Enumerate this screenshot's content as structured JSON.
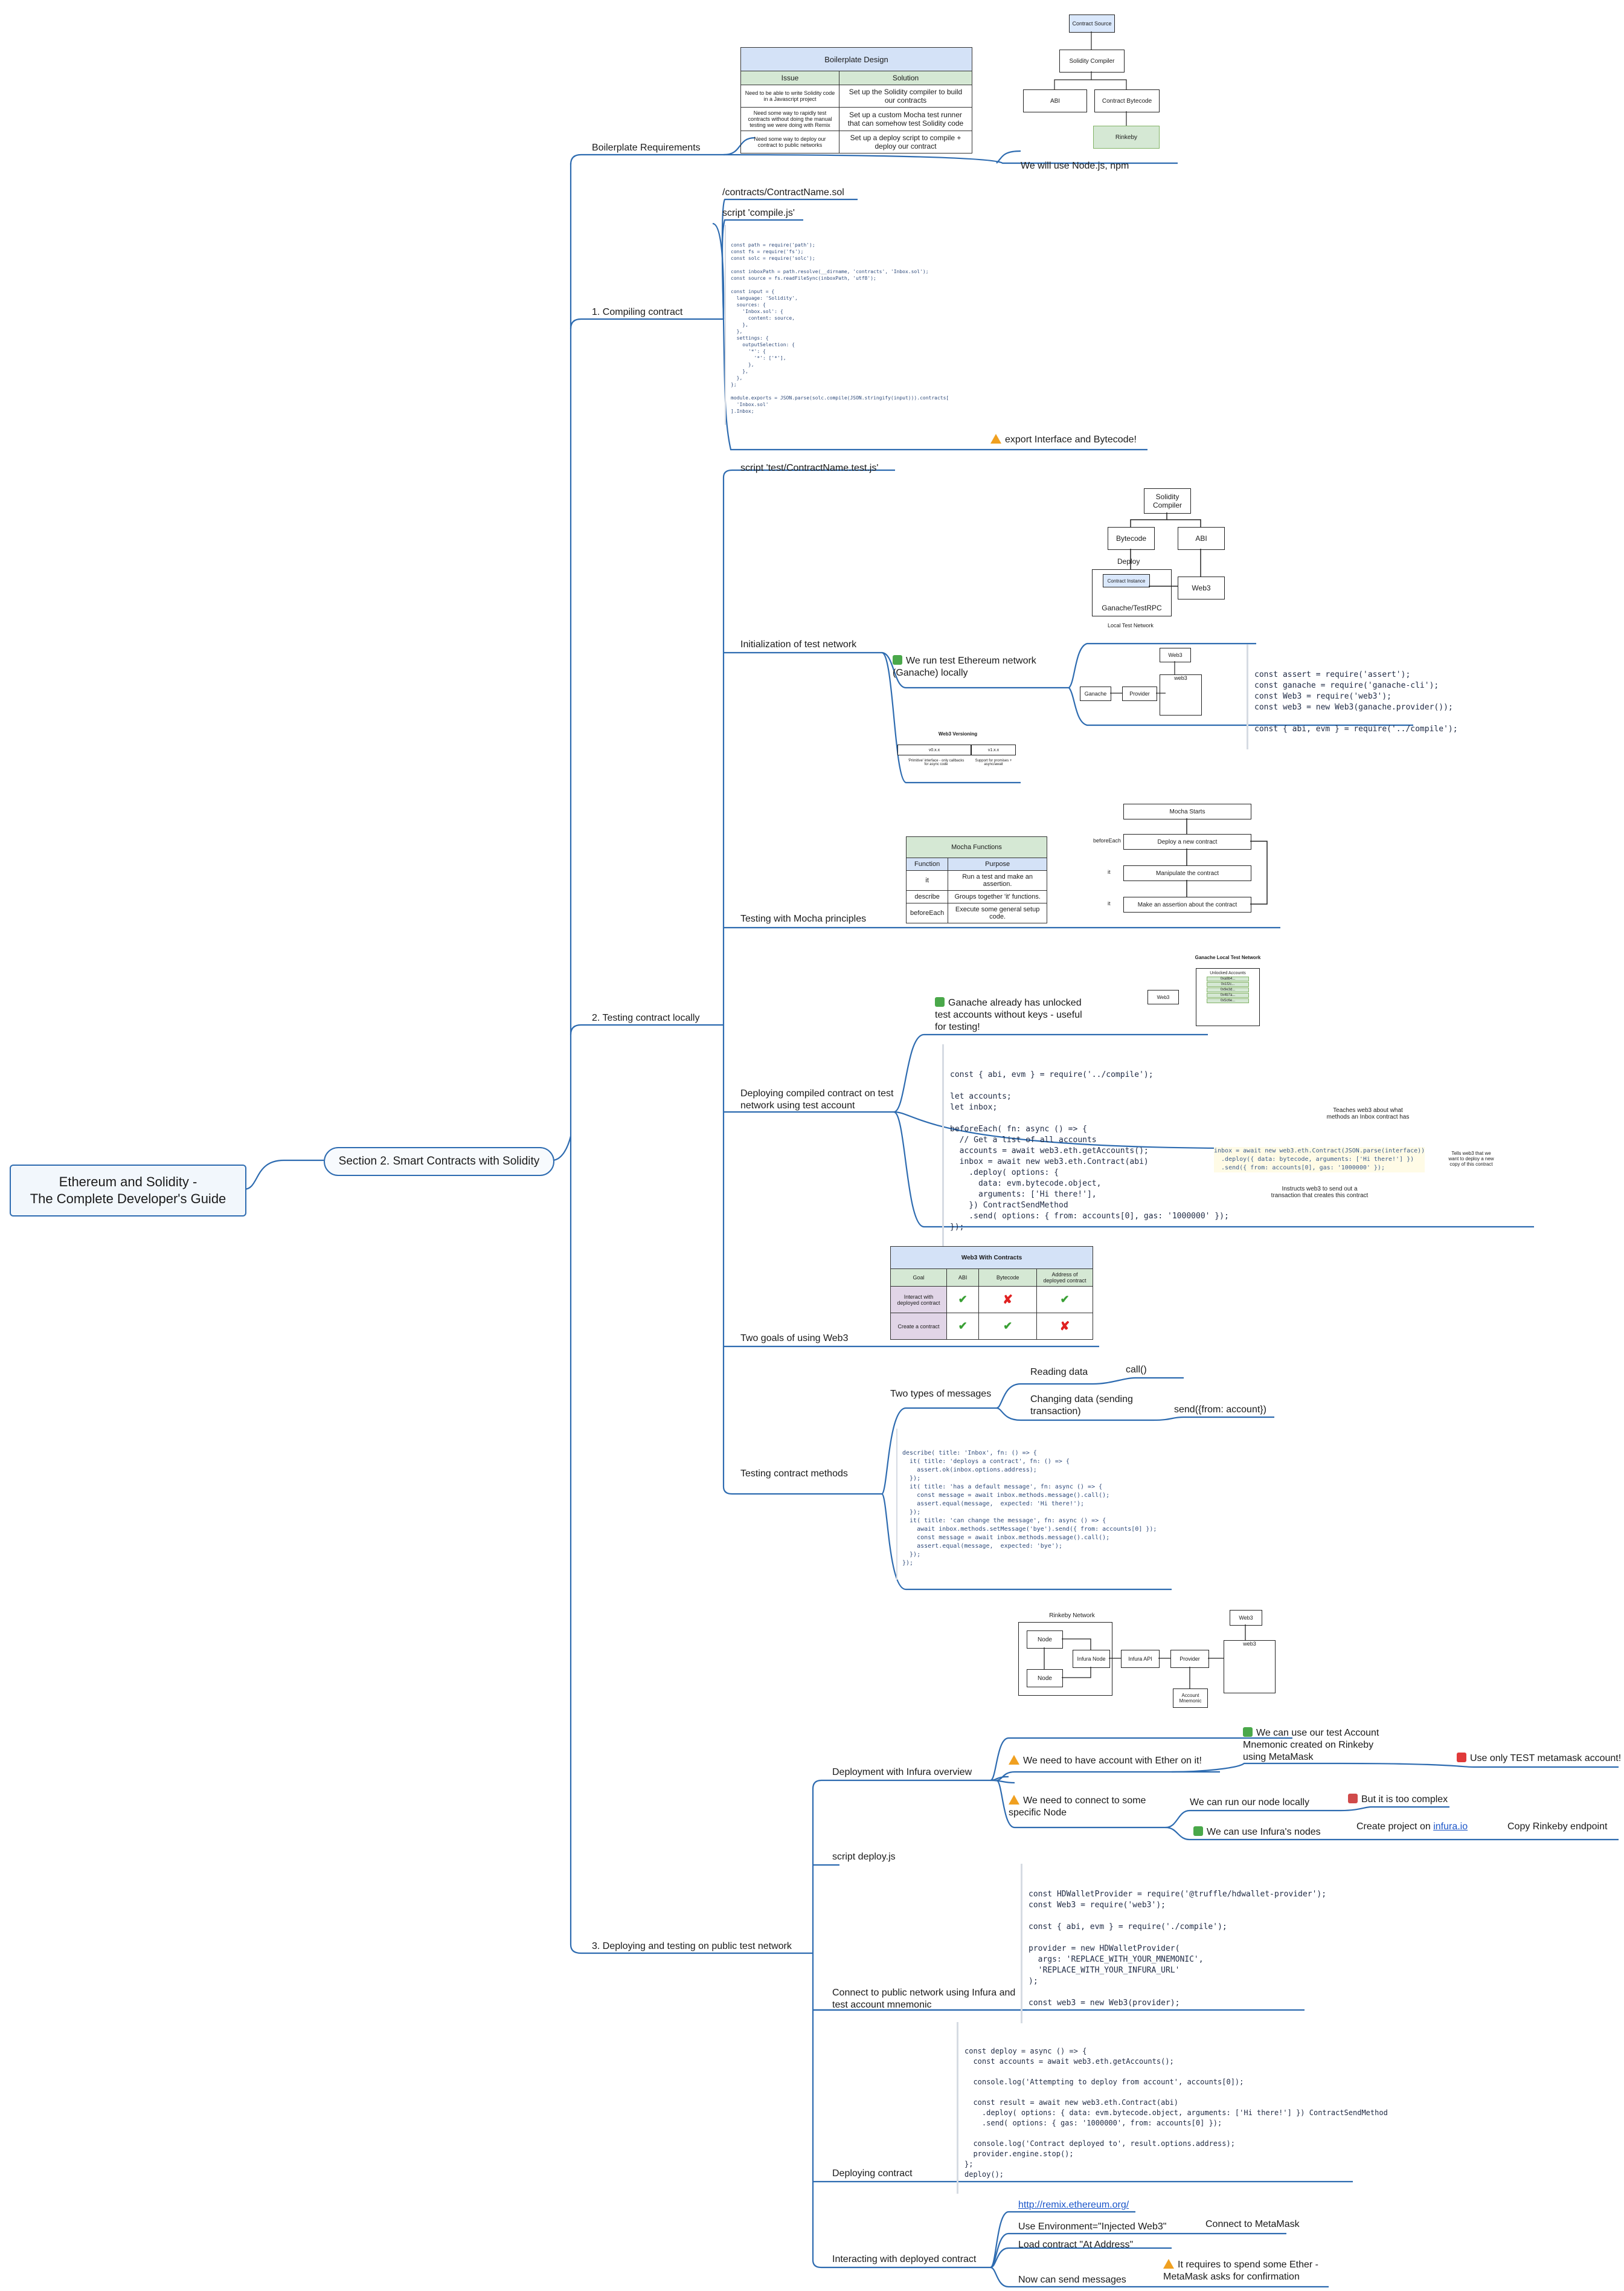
{
  "root": {
    "line1": "Ethereum and Solidity -",
    "line2": "The Complete Developer's Guide"
  },
  "section": "Section 2. Smart Contracts with Solidity",
  "branches": {
    "boilerplate": "Boilerplate Requirements",
    "compiling": "1. Compiling contract",
    "testing": "2. Testing contract locally",
    "deploying": "3. Deploying and testing on public test network"
  },
  "boilerplate": {
    "table_title": "Boilerplate Design",
    "col_issue": "Issue",
    "col_solution": "Solution",
    "rows": [
      {
        "issue": "Need to be able to write Solidity code in a Javascript project",
        "solution": "Set up the Solidity compiler to build our contracts"
      },
      {
        "issue": "Need some way to rapidly test contracts without doing the manual testing we were doing with Remix",
        "solution": "Set up a custom Mocha test runner that can somehow test Solidity code"
      },
      {
        "issue": "Need some way to deploy our contract to public networks",
        "solution": "Set up a deploy script to compile + deploy our contract"
      }
    ],
    "flow": {
      "source": "Contract Source",
      "compiler": "Solidity Compiler",
      "abi": "ABI",
      "bytecode": "Contract Bytecode",
      "rinkeby": "Rinkeby"
    },
    "note": "We will use Node.js, npm"
  },
  "compiling": {
    "path": "/contracts/ContractName.sol",
    "script": "script 'compile.js'",
    "code": [
      "const path = require('path');",
      "const fs = require('fs');",
      "const solc = require('solc');",
      "",
      "const inboxPath = path.resolve(__dirname, 'contracts', 'Inbox.sol');",
      "const source = fs.readFileSync(inboxPath, 'utf8');",
      "",
      "const input = {",
      "  language: 'Solidity',",
      "  sources: {",
      "    'Inbox.sol': {",
      "      content: source,",
      "    },",
      "  },",
      "  settings: {",
      "    outputSelection: {",
      "      '*': {",
      "        '*': ['*'],",
      "      },",
      "    },",
      "  },",
      "};",
      "",
      "module.exports = JSON.parse(solc.compile(JSON.stringify(input))).contracts[",
      "  'Inbox.sol'",
      "].Inbox;"
    ],
    "warning": "export Interface and Bytecode!"
  },
  "testing": {
    "script": "script 'test/ContractName.test.js'",
    "init_label": "Initialization of test network",
    "init_diagram": {
      "compiler": "Solidity Compiler",
      "bytecode": "Bytecode",
      "abi": "ABI",
      "deploy": "Deploy",
      "instance": "Contract Instance",
      "ganache": "Ganache/TestRPC",
      "web3": "Web3",
      "local": "Local Test Network"
    },
    "ganache_note": "We run test Ethereum network (Ganache) locally",
    "provider_diagram": {
      "web3top": "Web3",
      "ganache": "Ganache",
      "provider": "Provider",
      "web3": "web3"
    },
    "init_code": [
      "const assert = require('assert');",
      "const ganache = require('ganache-cli');",
      "const Web3 = require('web3');",
      "const web3 = new Web3(ganache.provider());",
      "",
      "const { abi, evm } = require('../compile');"
    ],
    "versioning": {
      "title": "Web3 Versioning",
      "v0": "v0.x.x",
      "v1": "v1.x.x",
      "d0": "'Primitive' interface - only callbacks for async code",
      "d1": "Support for promises + async/await"
    },
    "mocha_label": "Testing with Mocha principles",
    "mocha_table": {
      "title": "Mocha Functions",
      "col_fn": "Function",
      "col_purpose": "Purpose",
      "rows": [
        {
          "fn": "it",
          "purpose": "Run a test and make an assertion."
        },
        {
          "fn": "describe",
          "purpose": "Groups together 'it' functions."
        },
        {
          "fn": "beforeEach",
          "purpose": "Execute some general setup code."
        }
      ]
    },
    "mocha_flow": {
      "start": "Mocha Starts",
      "deploy": "Deploy a new contract",
      "manipulate": "Manipulate the contract",
      "assert": "Make an assertion about the contract",
      "be": "beforeEach",
      "it1": "it",
      "it2": "it"
    },
    "deploy_label": "Deploying compiled contract on test network using test account",
    "unlocked_note": "Ganache already has unlocked test accounts without keys - useful for testing!",
    "ganache_box": {
      "title": "Ganache Local Test Network",
      "web3": "Web3",
      "unlocked": "Unlocked Accounts",
      "accounts": [
        "0xa8b4...",
        "0x1f2c...",
        "0x9e3d...",
        "0x4b7a...",
        "0x5c6e..."
      ]
    },
    "deploy_code": [
      "const { abi, evm } = require('../compile');",
      "",
      "let accounts;",
      "let inbox;",
      "",
      "beforeEach( fn: async () => {",
      "  // Get a list of all accounts",
      "  accounts = await web3.eth.getAccounts();",
      "  inbox = await new web3.eth.Contract(abi)",
      "    .deploy( options: {",
      "      data: evm.bytecode.object,",
      "      arguments: ['Hi there!'],",
      "    }) ContractSendMethod",
      "    .send( options: { from: accounts[0], gas: '1000000' });",
      "});"
    ],
    "annotated_code": [
      "inbox = await new web3.eth.Contract(JSON.parse(interface))",
      "  .deploy({ data: bytecode, arguments: ['Hi there!'] })",
      "  .send({ from: accounts[0], gas: '1000000' });"
    ],
    "annot_top": "Teaches web3 about what methods an Inbox contract has",
    "annot_right": "Tells web3 that we want to deploy a new copy of this contract",
    "annot_bottom": "Instructs web3 to send out a transaction that creates this contract",
    "web3_goals_label": "Two goals of using Web3",
    "web3_table": {
      "title": "Web3 With Contracts",
      "cols": [
        "Goal",
        "ABI",
        "Bytecode",
        "Address of deployed contract"
      ],
      "rows": [
        {
          "goal": "Interact with deployed contract",
          "abi": "✔",
          "bytecode": "✘",
          "address": "✔"
        },
        {
          "goal": "Create a contract",
          "abi": "✔",
          "bytecode": "✔",
          "address": "✘"
        }
      ]
    },
    "methods_label": "Testing contract methods",
    "messages_label": "Two types of messages",
    "reading": "Reading data",
    "reading_fn": "call()",
    "changing": "Changing data (sending transaction)",
    "changing_fn": "send({from: account})",
    "methods_code": [
      "describe( title: 'Inbox', fn: () => {",
      "  it( title: 'deploys a contract', fn: () => {",
      "    assert.ok(inbox.options.address);",
      "  });",
      "  it( title: 'has a default message', fn: async () => {",
      "    const message = await inbox.methods.message().call();",
      "    assert.equal(message,  expected: 'Hi there!');",
      "  });",
      "  it( title: 'can change the message', fn: async () => {",
      "    await inbox.methods.setMessage('bye').send({ from: accounts[0] });",
      "    const message = await inbox.methods.message().call();",
      "    assert.equal(message,  expected: 'bye');",
      "  });",
      "});"
    ]
  },
  "deploying": {
    "infura_label": "Deployment with Infura overview",
    "rinkeby_diagram": {
      "title": "Rinkeby Network",
      "node1": "Node",
      "node2": "Node",
      "infura_node": "Infura Node",
      "infura_api": "Infura API",
      "provider": "Provider",
      "mnemonic": "Account Mnemonic",
      "web3top": "Web3",
      "web3": "web3"
    },
    "need_account": "We need to have account with Ether on it!",
    "test_account": "We can use our test Account Mnemonic created on Rinkeby using MetaMask",
    "only_test": "Use only TEST metamask account!",
    "need_node": "We need to connect to some specific Node",
    "run_node": "We can run our node locally",
    "too_complex": "But it is too complex",
    "use_infura": "We can use Infura's nodes",
    "create_project": "Create project on",
    "infura_link": "infura.io",
    "copy_endpoint": "Copy Rinkeby endpoint",
    "deploy_script": "script deploy.js",
    "connect_label": "Connect to public network using Infura and test account mnemonic",
    "connect_code": [
      "const HDWalletProvider = require('@truffle/hdwallet-provider');",
      "const Web3 = require('web3');",
      "",
      "const { abi, evm } = require('./compile');",
      "",
      "provider = new HDWalletProvider(",
      "  args: 'REPLACE_WITH_YOUR_MNEMONIC',",
      "  'REPLACE_WITH_YOUR_INFURA_URL'",
      ");",
      "",
      "const web3 = new Web3(provider);"
    ],
    "deploy_label": "Deploying contract",
    "deploy_code": [
      "const deploy = async () => {",
      "  const accounts = await web3.eth.getAccounts();",
      "",
      "  console.log('Attempting to deploy from account', accounts[0]);",
      "",
      "  const result = await new web3.eth.Contract(abi)",
      "    .deploy( options: { data: evm.bytecode.object, arguments: ['Hi there!'] }) ContractSendMethod",
      "    .send( options: { gas: '1000000', from: accounts[0] });",
      "",
      "  console.log('Contract deployed to', result.options.address);",
      "  provider.engine.stop();",
      "};",
      "deploy();"
    ],
    "interact_label": "Interacting with deployed contract",
    "remix_link": "http://remix.ethereum.org/",
    "use_env": "Use Environment=\"Injected Web3\"",
    "connect_mm": "Connect to MetaMask",
    "load_contract": "Load contract \"At Address\"",
    "send_messages": "Now can send messages",
    "requires_ether": "It requires to spend some Ether - MetaMask asks for confirmation"
  }
}
